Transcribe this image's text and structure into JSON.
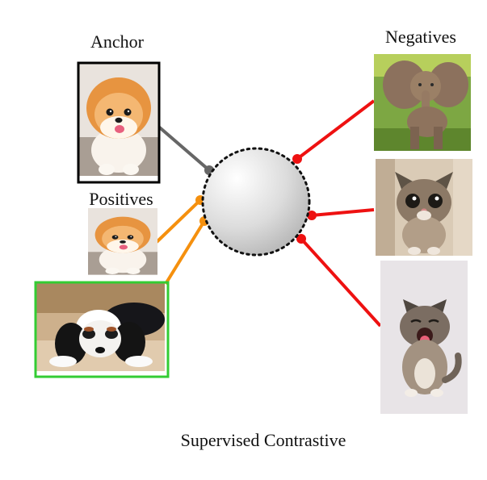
{
  "labels": {
    "anchor": "Anchor",
    "positives": "Positives",
    "negatives": "Negatives",
    "caption": "Supervised Contrastive"
  },
  "images": {
    "anchor": "pomeranian-puppy",
    "positive_1": "pomeranian-puppy",
    "positive_2": "cavalier-spaniel-lying",
    "negative_1": "elephant-in-grass",
    "negative_2": "tabby-kitten-sitting",
    "negative_3": "kitten-yawning"
  },
  "colors": {
    "anchor_connector": "#666666",
    "positive_connector": "#f5900e",
    "negative_connector": "#ee1111",
    "positive_highlight_border": "#33cc33",
    "anchor_border": "#000000"
  }
}
